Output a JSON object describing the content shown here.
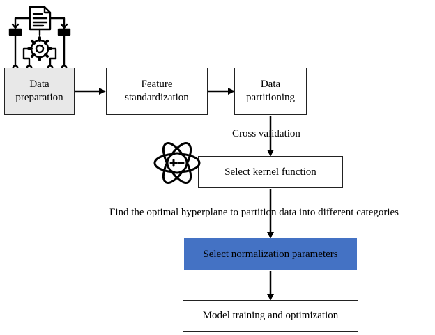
{
  "nodes": {
    "data_preparation": {
      "line1": "Data",
      "line2": "preparation",
      "fill": "#e8e8e8"
    },
    "feature_standardization": {
      "line1": "Feature",
      "line2": "standardization"
    },
    "data_partitioning": {
      "line1": "Data",
      "line2": "partitioning"
    },
    "select_kernel_function": {
      "label": "Select kernel function"
    },
    "select_normalization_parameters": {
      "label": "Select normalization parameters",
      "fill": "#4472c4"
    },
    "model_training": {
      "label": "Model training and optimization"
    }
  },
  "edge_labels": {
    "cross_validation": "Cross validation",
    "find_hyperplane": "Find the optimal hyperplane to partition data into different categories"
  },
  "icons": {
    "top_left": "document-gear-flow-icon",
    "kernel": "atom-plus-minus-icon"
  }
}
